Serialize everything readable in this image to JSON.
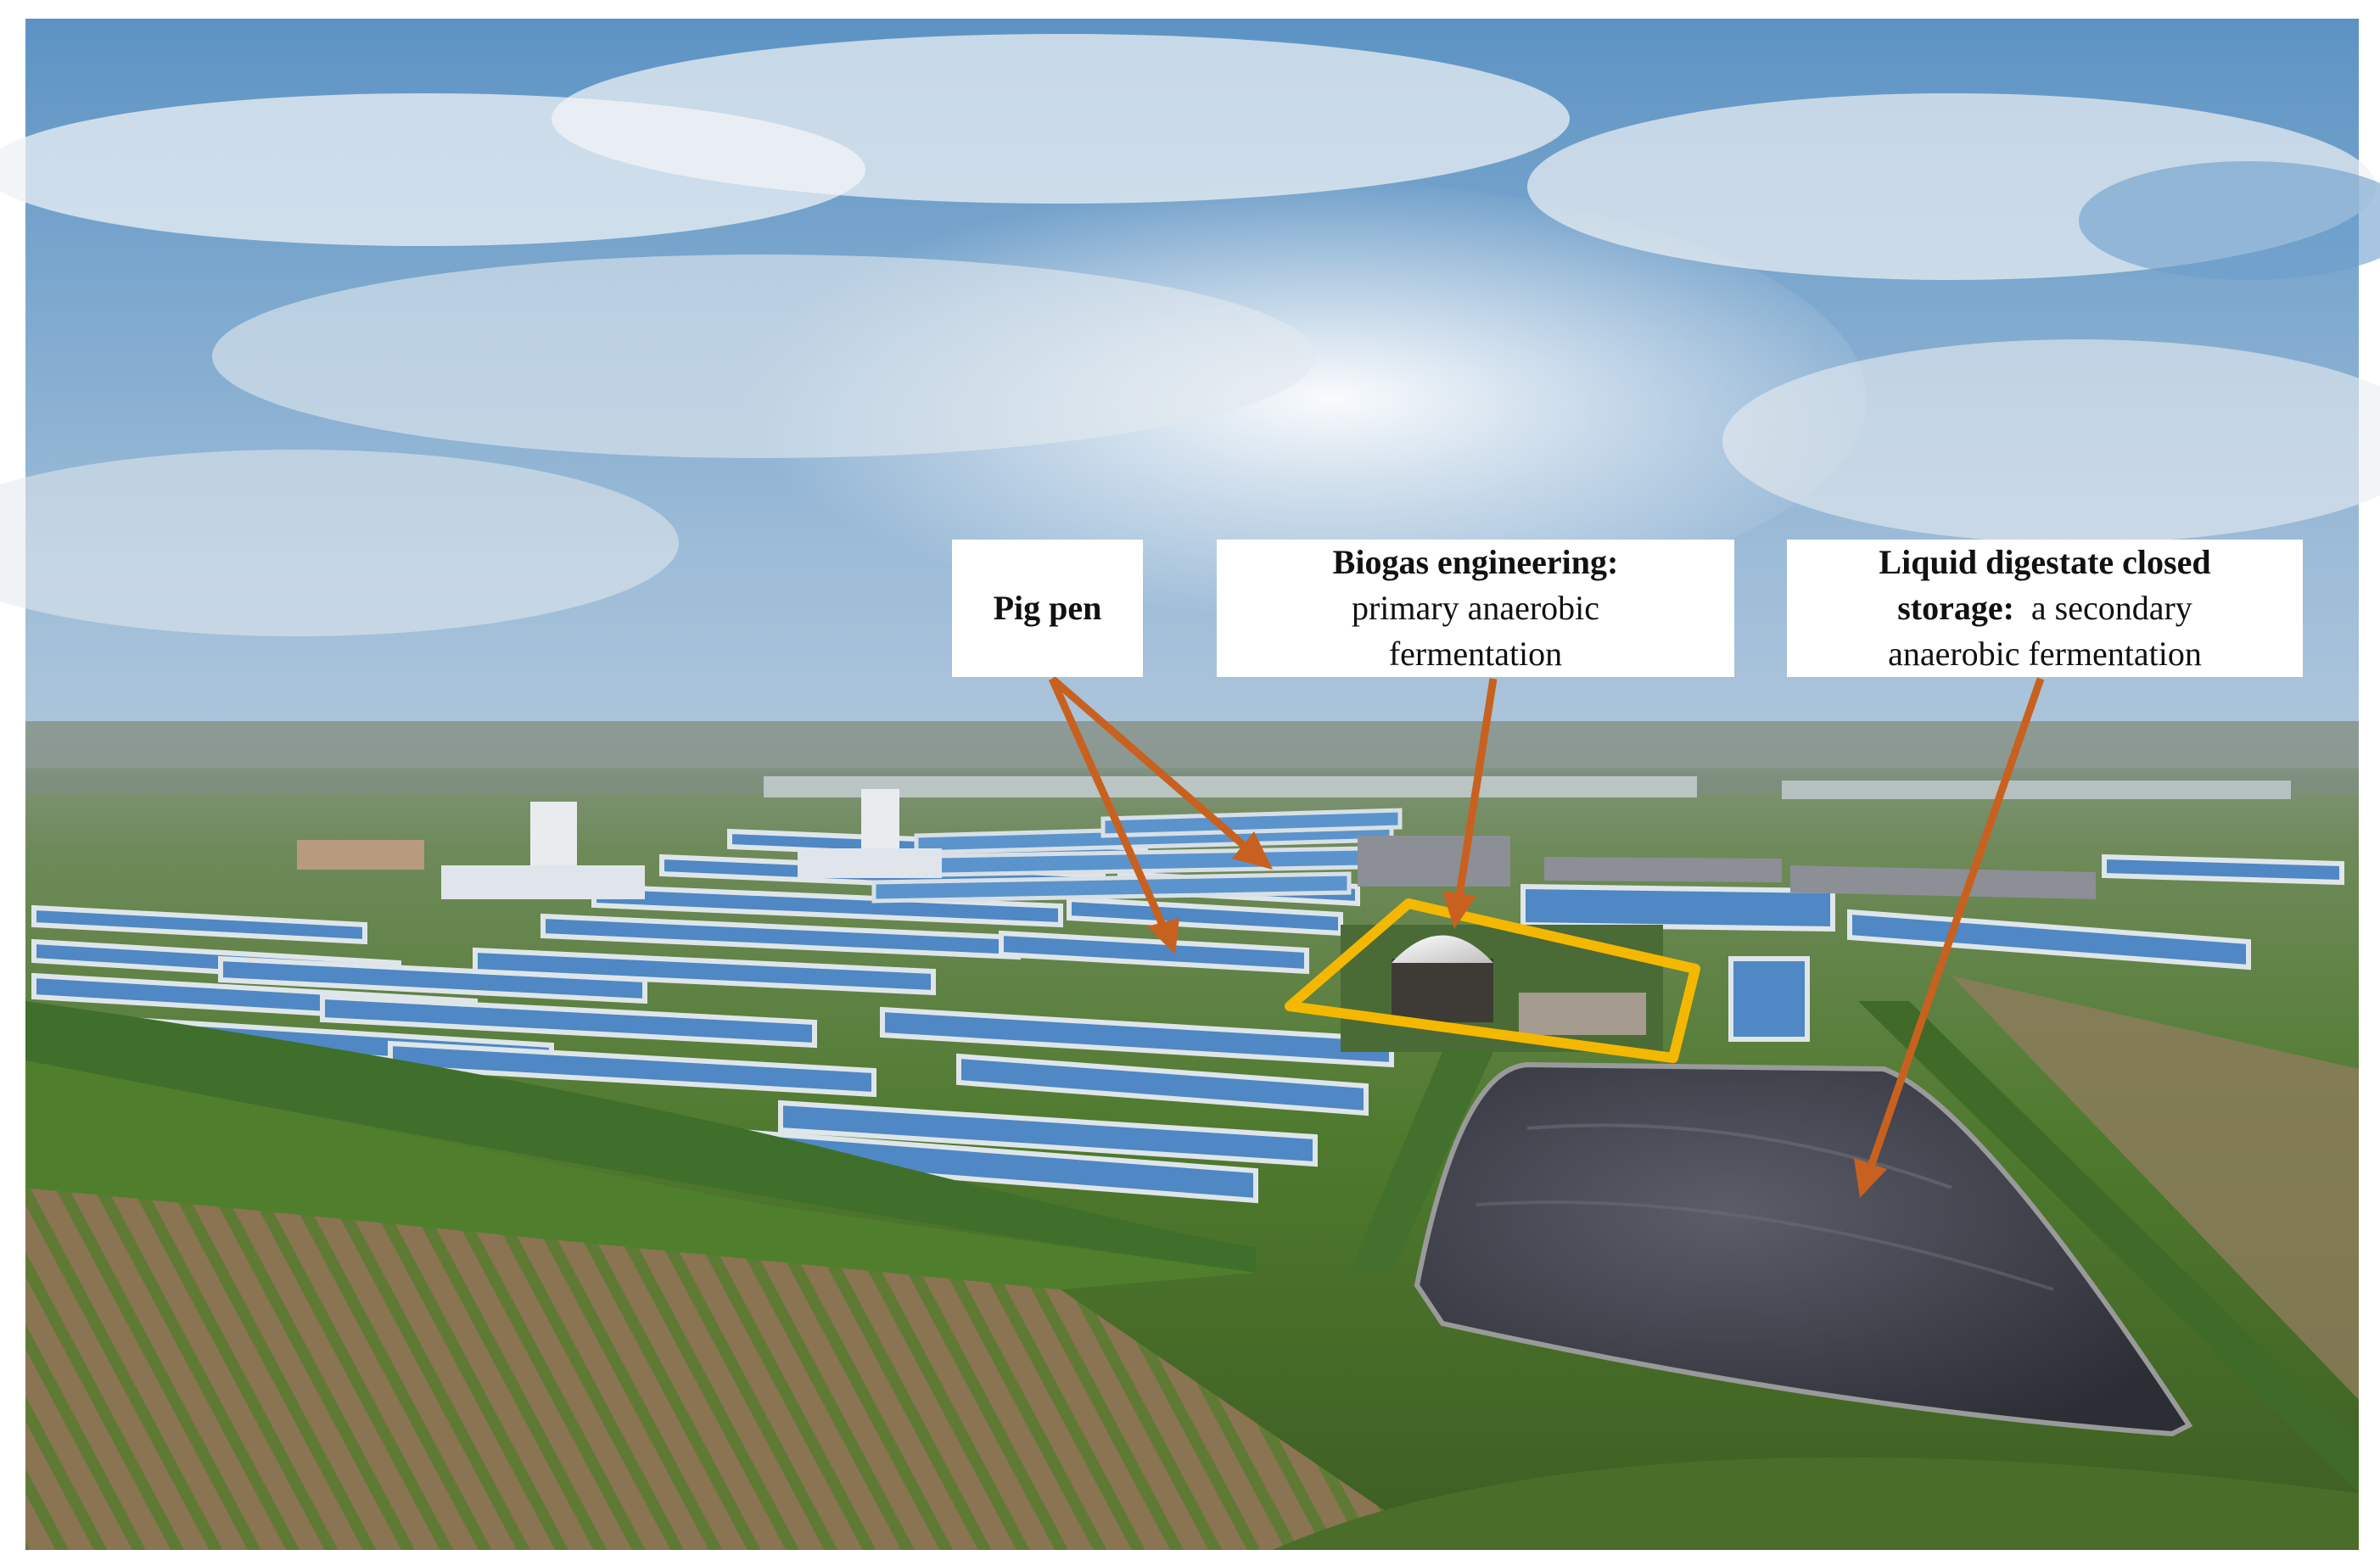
{
  "labels": {
    "pig_pen": {
      "title": "Pig pen"
    },
    "biogas": {
      "title": "Biogas engineering:",
      "line1": "primary anaerobic",
      "line2": "fermentation"
    },
    "storage": {
      "title_line1": "Liquid digestate closed",
      "title_line2": "storage:",
      "desc_line1": "a secondary",
      "desc_line2": "anaerobic fermentation"
    }
  },
  "colors": {
    "arrow": "#c8611f",
    "highlight_box": "#f5b800",
    "label_bg": "#ffffff"
  }
}
